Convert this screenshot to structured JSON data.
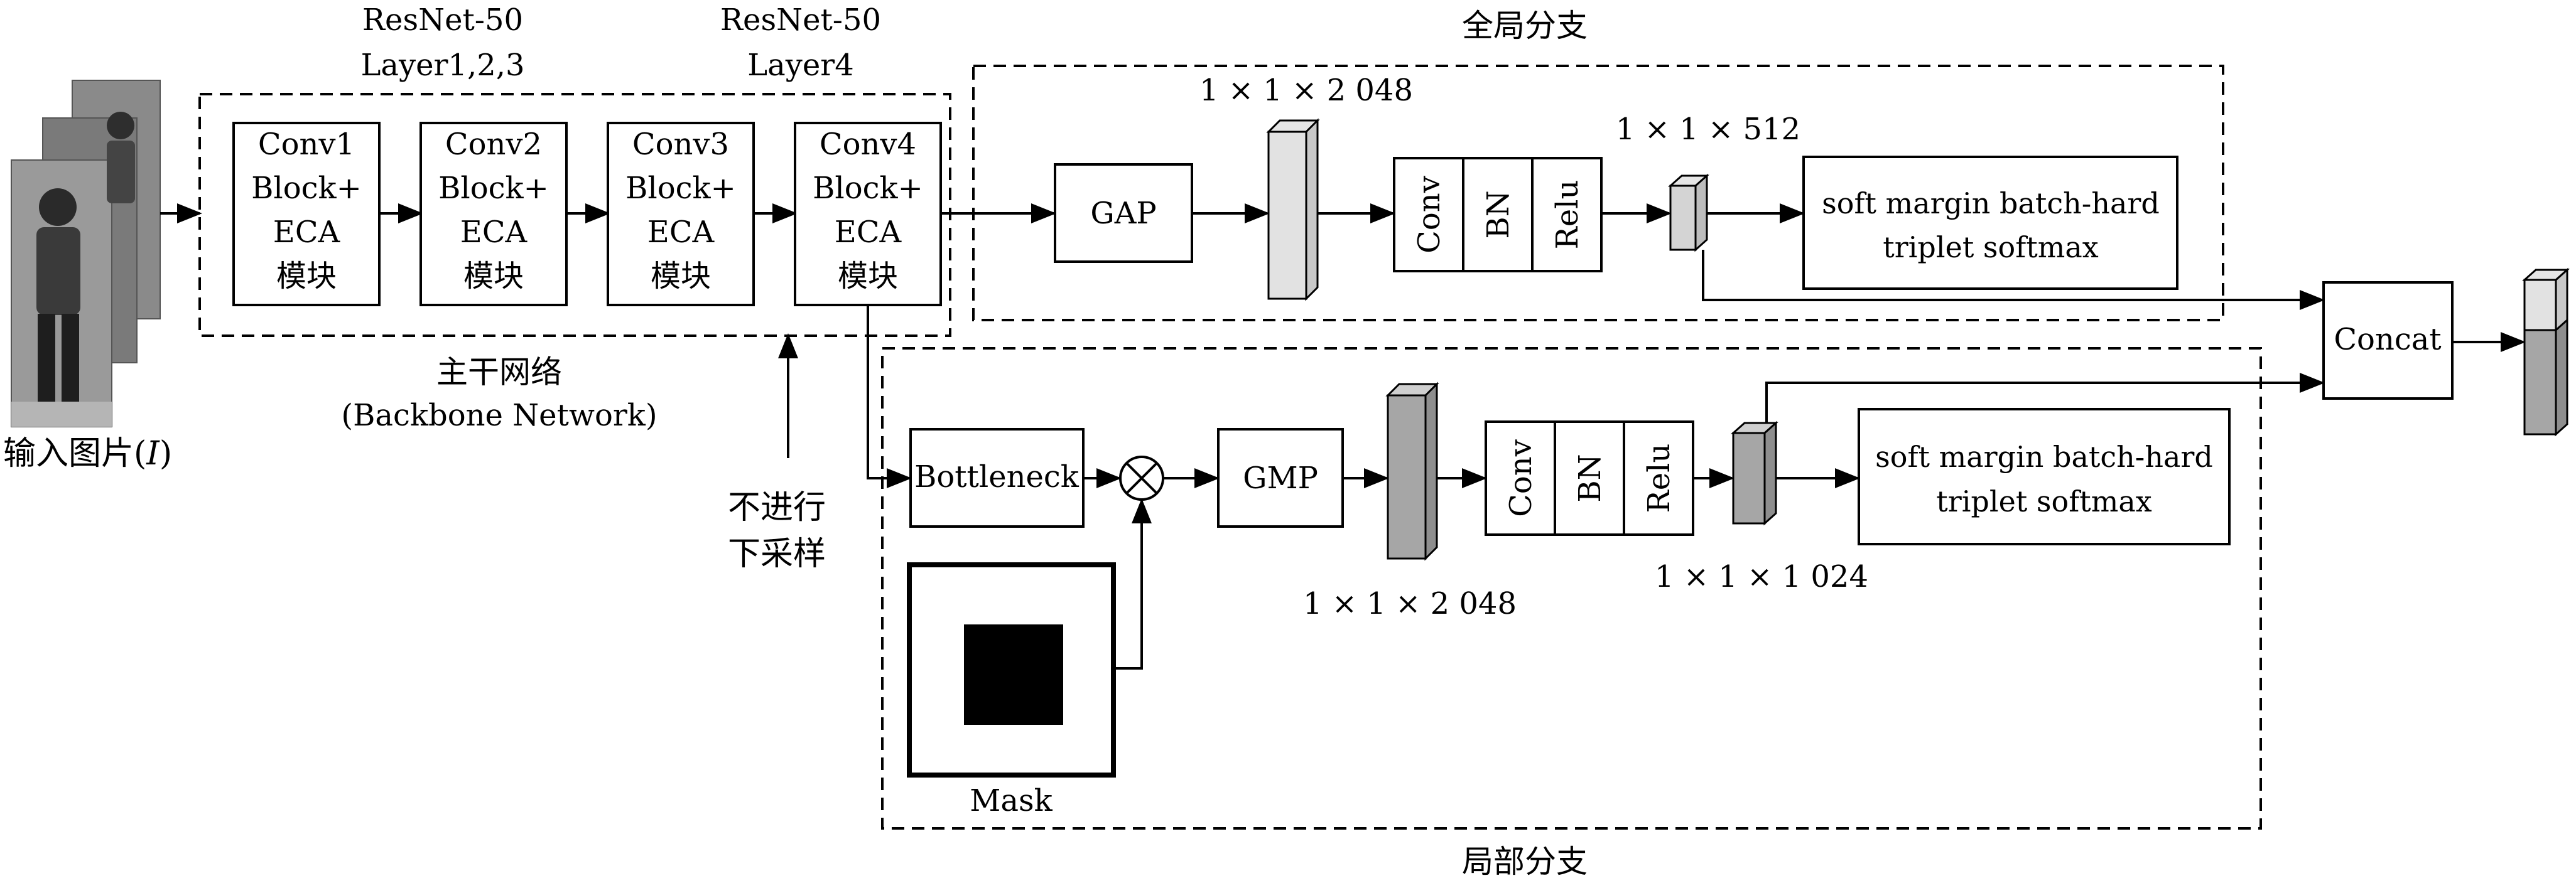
{
  "input": {
    "label_main": "输入图片(",
    "label_italic": "I",
    "label_close": ")"
  },
  "backbone": {
    "header_1": {
      "line1": "ResNet-50",
      "line2": "Layer1,2,3"
    },
    "header_2": {
      "line1": "ResNet-50",
      "line2": "Layer4"
    },
    "blocks": [
      {
        "lines": [
          "Conv1",
          "Block+",
          "ECA",
          "模块"
        ]
      },
      {
        "lines": [
          "Conv2",
          "Block+",
          "ECA",
          "模块"
        ]
      },
      {
        "lines": [
          "Conv3",
          "Block+",
          "ECA",
          "模块"
        ]
      },
      {
        "lines": [
          "Conv4",
          "Block+",
          "ECA",
          "模块"
        ]
      }
    ],
    "caption_line1": "主干网络",
    "caption_line2": "(Backbone Network)",
    "no_downsample_line1": "不进行",
    "no_downsample_line2": "下采样"
  },
  "global_branch": {
    "title": "全局分支",
    "pool": "GAP",
    "feature1_dim": "1 × 1 × 2 048",
    "conv": "Conv",
    "bn": "BN",
    "relu": "Relu",
    "feature2_dim": "1 × 1 × 512",
    "loss_line1": "soft margin batch-hard",
    "loss_line2": "triplet softmax"
  },
  "local_branch": {
    "title": "局部分支",
    "bottleneck": "Bottleneck",
    "multiply_symbol": "⊗",
    "pool": "GMP",
    "feature1_dim": "1 × 1 × 2 048",
    "conv": "Conv",
    "bn": "BN",
    "relu": "Relu",
    "feature2_dim": "1 × 1 × 1 024",
    "loss_line1": "soft margin batch-hard",
    "loss_line2": "triplet softmax",
    "mask_label": "Mask"
  },
  "concat": {
    "label": "Concat"
  }
}
